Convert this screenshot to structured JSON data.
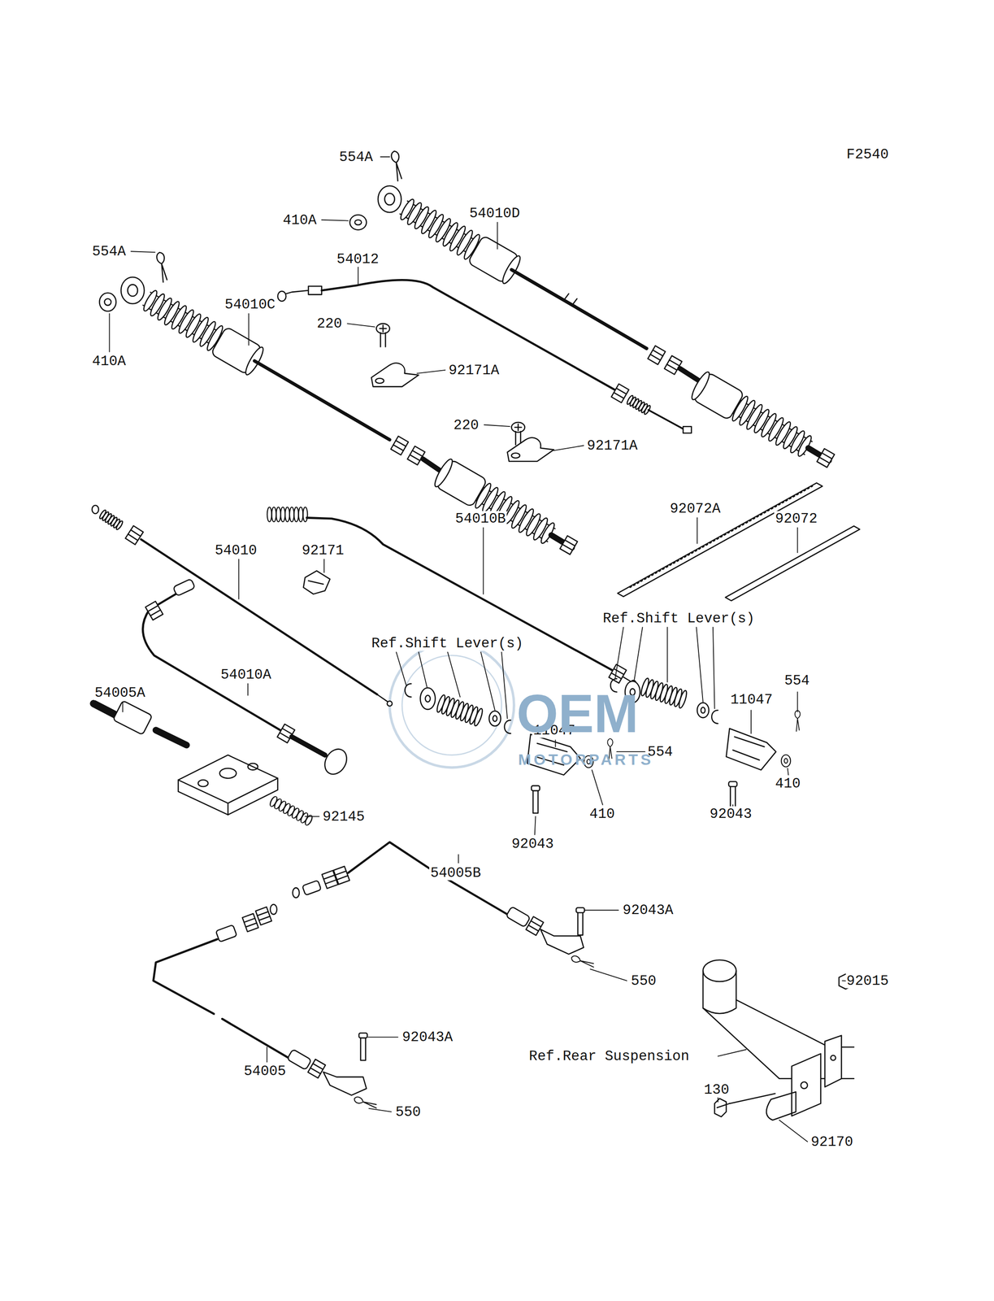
{
  "diagram": {
    "labels": [
      "F2540",
      "554A",
      "410A",
      "54010D",
      "554A",
      "54012",
      "54010C",
      "410A",
      "220",
      "92171A",
      "220",
      "92171A",
      "92072A",
      "92072",
      "54010",
      "92171",
      "54010B",
      "Ref.Shift Lever(s)",
      "Ref.Shift Lever(s)",
      "554",
      "11047",
      "54010A",
      "11047",
      "554",
      "54005A",
      "410",
      "410",
      "92043",
      "92043",
      "92145",
      "54005B",
      "92043A",
      "550",
      "92015",
      "Ref.Rear Suspension",
      "92043A",
      "54005",
      "550",
      "130",
      "92170",
      "OEM",
      "MOTORPARTS"
    ]
  }
}
